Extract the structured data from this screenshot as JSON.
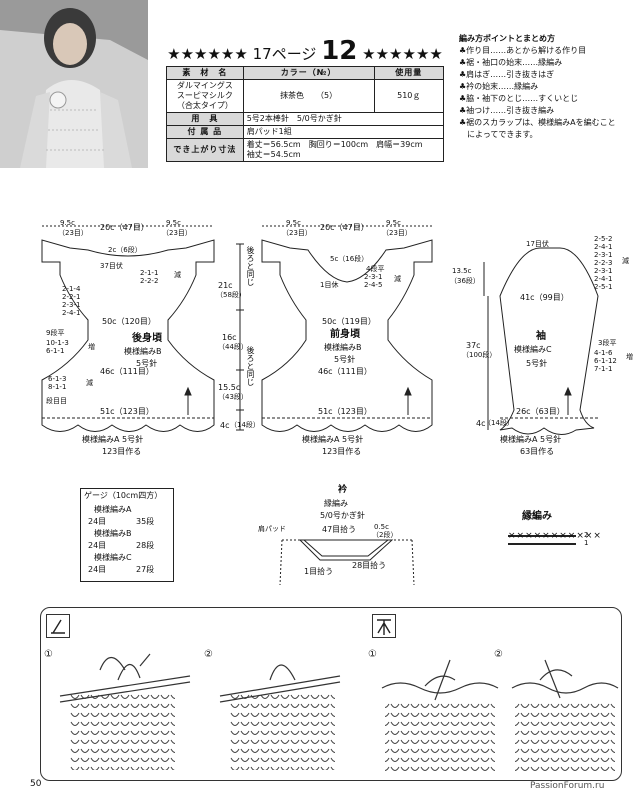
{
  "header": {
    "stars_left": "★★★★★★",
    "page_ref": "17ページ",
    "number": "12",
    "stars_right": "★★★★★★"
  },
  "materials": {
    "headers": [
      "素　材　名",
      "カラー（№）",
      "使用量"
    ],
    "yarn_lines": [
      "ダルマイングス",
      "スーピマシルク",
      "（合太タイプ）"
    ],
    "color": "抹茶色　　（5）",
    "amount": "510ｇ",
    "tools_label": "用　具",
    "tools_value": "5号2本棒針　5/0号かぎ針",
    "accessories_label": "付 属 品",
    "accessories_value": "肩パッド1組",
    "size_label": "でき上がり寸法",
    "size_line1": "着丈＝56.5cm　胸回り＝100cm　肩幅＝39cm",
    "size_line2": "袖丈＝54.5cm"
  },
  "points": {
    "heading": "編み方ポイントとまとめ方",
    "items": [
      "♣作り目……あとから解ける作り目",
      "♣裾・袖口の始末……縁編み",
      "♣肩はぎ……引き抜きはぎ",
      "♣衿の始末……縁編み",
      "♣脇・袖下のとじ……すくいとじ",
      "♣袖つけ……引き抜き編み",
      "♣裾のスカラップは、模様編みAを編むこと",
      "　によってできます。"
    ]
  },
  "back": {
    "top_left": "9.5c",
    "top_left_sts": "（23目）",
    "top_mid": "20c（47目）",
    "top_right": "9.5c",
    "top_right_sts": "（23目）",
    "neck": "2c（6段）",
    "neck_rest": "37目伏",
    "neck_dec": [
      "2-1-1",
      "2-2-2"
    ],
    "neck_dec_mark": "減",
    "shoulder_dec": [
      "2-1-4",
      "2-2-1",
      "2-3-1",
      "2-4-1"
    ],
    "shoulder_top": "50c（120目）",
    "inc_rows": "9段平",
    "inc": [
      "10-1-3",
      "6-1-1"
    ],
    "inc_mark": "増",
    "mid": "46c（111目）",
    "dec": [
      "6-1-3",
      "8-1-1"
    ],
    "dec_mark": "減",
    "bottom_rows": "段目目",
    "hem": "51c（123目）",
    "title": "後身頃",
    "pattern": "模様編みB",
    "needle": "5号針",
    "edge": "模様編みA 5号針",
    "cast_on": "123目作る"
  },
  "center_dims": {
    "h1": "21c",
    "h1_rows": "（58段）",
    "h2": "16c",
    "h2_rows": "（44段）",
    "h3": "15.5c",
    "h3_rows": "（43段）",
    "h4": "4c",
    "h4_rows": "（14段）",
    "note_back": "後ろと同じ",
    "note_front": "後ろと同じ"
  },
  "front": {
    "top_left": "9.5c",
    "top_left_sts": "（23目）",
    "top_mid": "20c（47目）",
    "top_right": "9.5c",
    "top_right_sts": "（23目）",
    "neck": "5c（16段）",
    "neck_rows": "4段平",
    "neck_dec": [
      "2-3-1",
      "2-4-5"
    ],
    "neck_dec_mark": "減",
    "center": "1目休",
    "shoulder_top": "50c（119目）",
    "mid": "46c（111目）",
    "hem": "51c（123目）",
    "title": "前身頃",
    "pattern": "模様編みB",
    "needle": "5号針",
    "edge": "模様編みA 5号針",
    "cast_on": "123目作る"
  },
  "sleeve": {
    "cap_top": "17目伏",
    "cap_dec": [
      "2-5-2",
      "2-4-1",
      "2-3-1",
      "2-2-3",
      "2-3-1",
      "2-4-1",
      "2-5-1"
    ],
    "cap_dec_mark": "減",
    "cap_height": "13.5c",
    "cap_rows": "（36段）",
    "width": "41c（99目）",
    "length": "37c",
    "length_rows": "（100段）",
    "inc_rows": "3段平",
    "inc": [
      "4-1-6",
      "6-1-12",
      "7-1-1"
    ],
    "inc_mark": "増",
    "title": "袖",
    "pattern": "模様編みC",
    "needle": "5号針",
    "cuff": "26c（63目）",
    "cuff_h": "4c",
    "cuff_rows": "（14段）",
    "edge": "模様編みA 5号針",
    "cast_on": "63目作る"
  },
  "gauge": {
    "title": "ゲージ（10cm四方）",
    "rows": [
      [
        "模様編みA",
        ""
      ],
      [
        "24目",
        "35段"
      ],
      [
        "模様編みB",
        ""
      ],
      [
        "24目",
        "28段"
      ],
      [
        "模様編みC",
        ""
      ],
      [
        "24目",
        "27段"
      ]
    ]
  },
  "collar": {
    "title": "衿",
    "pattern": "縁編み",
    "hook": "5/0号かぎ針",
    "back_sts": "47目拾う",
    "side": "0.5c",
    "side_rows": "（2段）",
    "shoulder_pad": "肩パッド",
    "front_sts": "28目拾う",
    "center": "1目拾う"
  },
  "edge_pattern": {
    "title": "縁編み",
    "row2": "2",
    "row1": "1"
  },
  "stitches": {
    "step1": "①",
    "step2": "②"
  },
  "footer": {
    "page": "50",
    "watermark": "PassionForum.ru"
  }
}
